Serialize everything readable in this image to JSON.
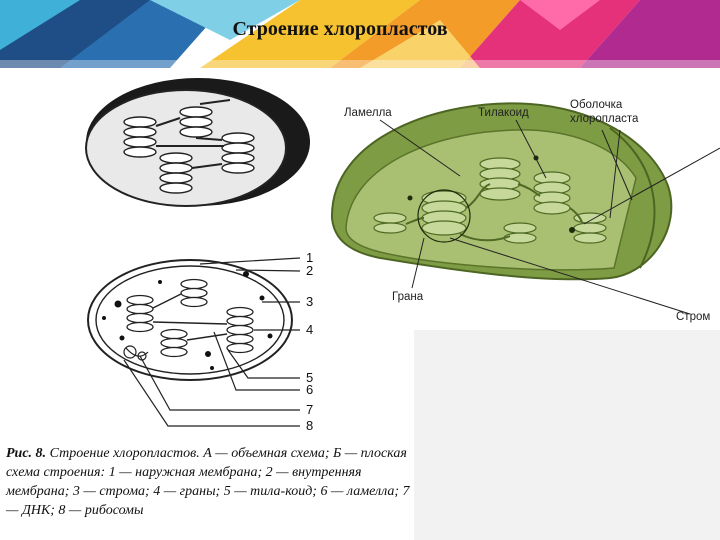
{
  "slide": {
    "title": "Строение хлоропластов"
  },
  "figure_left": {
    "numbers": [
      "1",
      "2",
      "3",
      "4",
      "5",
      "6",
      "7",
      "8"
    ],
    "caption_head": "Рис. 8.",
    "caption_body": " Строение хлоропластов. А — объемная схема; Б — плоская схема строения: 1 — наружная мембрана; 2 — внутренняя мембрана; 3 — строма; 4 — граны; 5 — тила-коид; 6 — ламелла; 7 — ДНК; 8 — рибосомы"
  },
  "figure_right": {
    "label_lamella": "Ламелла",
    "label_thylakoid": "Тилакоид",
    "label_envelope_1": "Оболочка",
    "label_envelope_2": "хлоропласта",
    "label_grana": "Грана",
    "label_stroma": "Стром"
  },
  "colors": {
    "banner_blue": "#2a6fb0",
    "banner_yellow": "#f6c230",
    "banner_pink": "#e5317a",
    "chloroplast_green": "#6f8f3a"
  }
}
